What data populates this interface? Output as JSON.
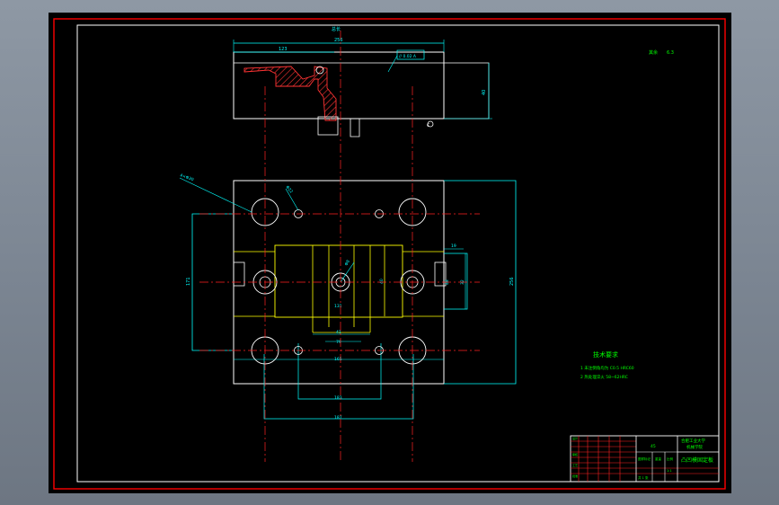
{
  "colors": {
    "background": "#000000",
    "outer_border": "#ff0000",
    "inner_border": "#ffffff",
    "part_outline": "#ffffff",
    "centerline": "#ff2222",
    "dimension": "#00ffff",
    "hidden_yellow": "#ffff00",
    "text_green": "#00ff00",
    "hatch": "#ff3333"
  },
  "drawing": {
    "top_label": "总长",
    "top_dim_overall": "256",
    "top_dim_half": "123",
    "tolerance_frame": "// 0.02 A",
    "ref_note": "其余",
    "ref_symbol": "6.3",
    "side_dim_top": "40",
    "left_dim": "171",
    "right_dim": "256",
    "hole_note": "4×Φ30",
    "hole_note_small": "Φ22",
    "center_dim": "Φ8",
    "dim_19": "19",
    "dim_48": "48",
    "dim_32": "32",
    "dim_40": "40",
    "dim_131": "131",
    "dim_41": "41",
    "dim_79": "79",
    "dim_165": "165",
    "dim_183": "183",
    "dim_187": "187",
    "section_letter": "C"
  },
  "tech_req": {
    "heading": "技术要求",
    "item1": "1  未注倒角均为 C0.5  HRC60",
    "item2": "2  热处理淬火 58~62HRC"
  },
  "title_block": {
    "school": "合肥工业大学",
    "dept": "机械学院",
    "part_name": "凸凹模固定板",
    "material": "45",
    "scale": "1:1",
    "mark_a": "图样标记",
    "mark_b": "重量",
    "mark_c": "比例",
    "sheet": "共 1 张",
    "designer": "设计",
    "checker": "审核",
    "approver": "批准",
    "process": "工艺"
  }
}
